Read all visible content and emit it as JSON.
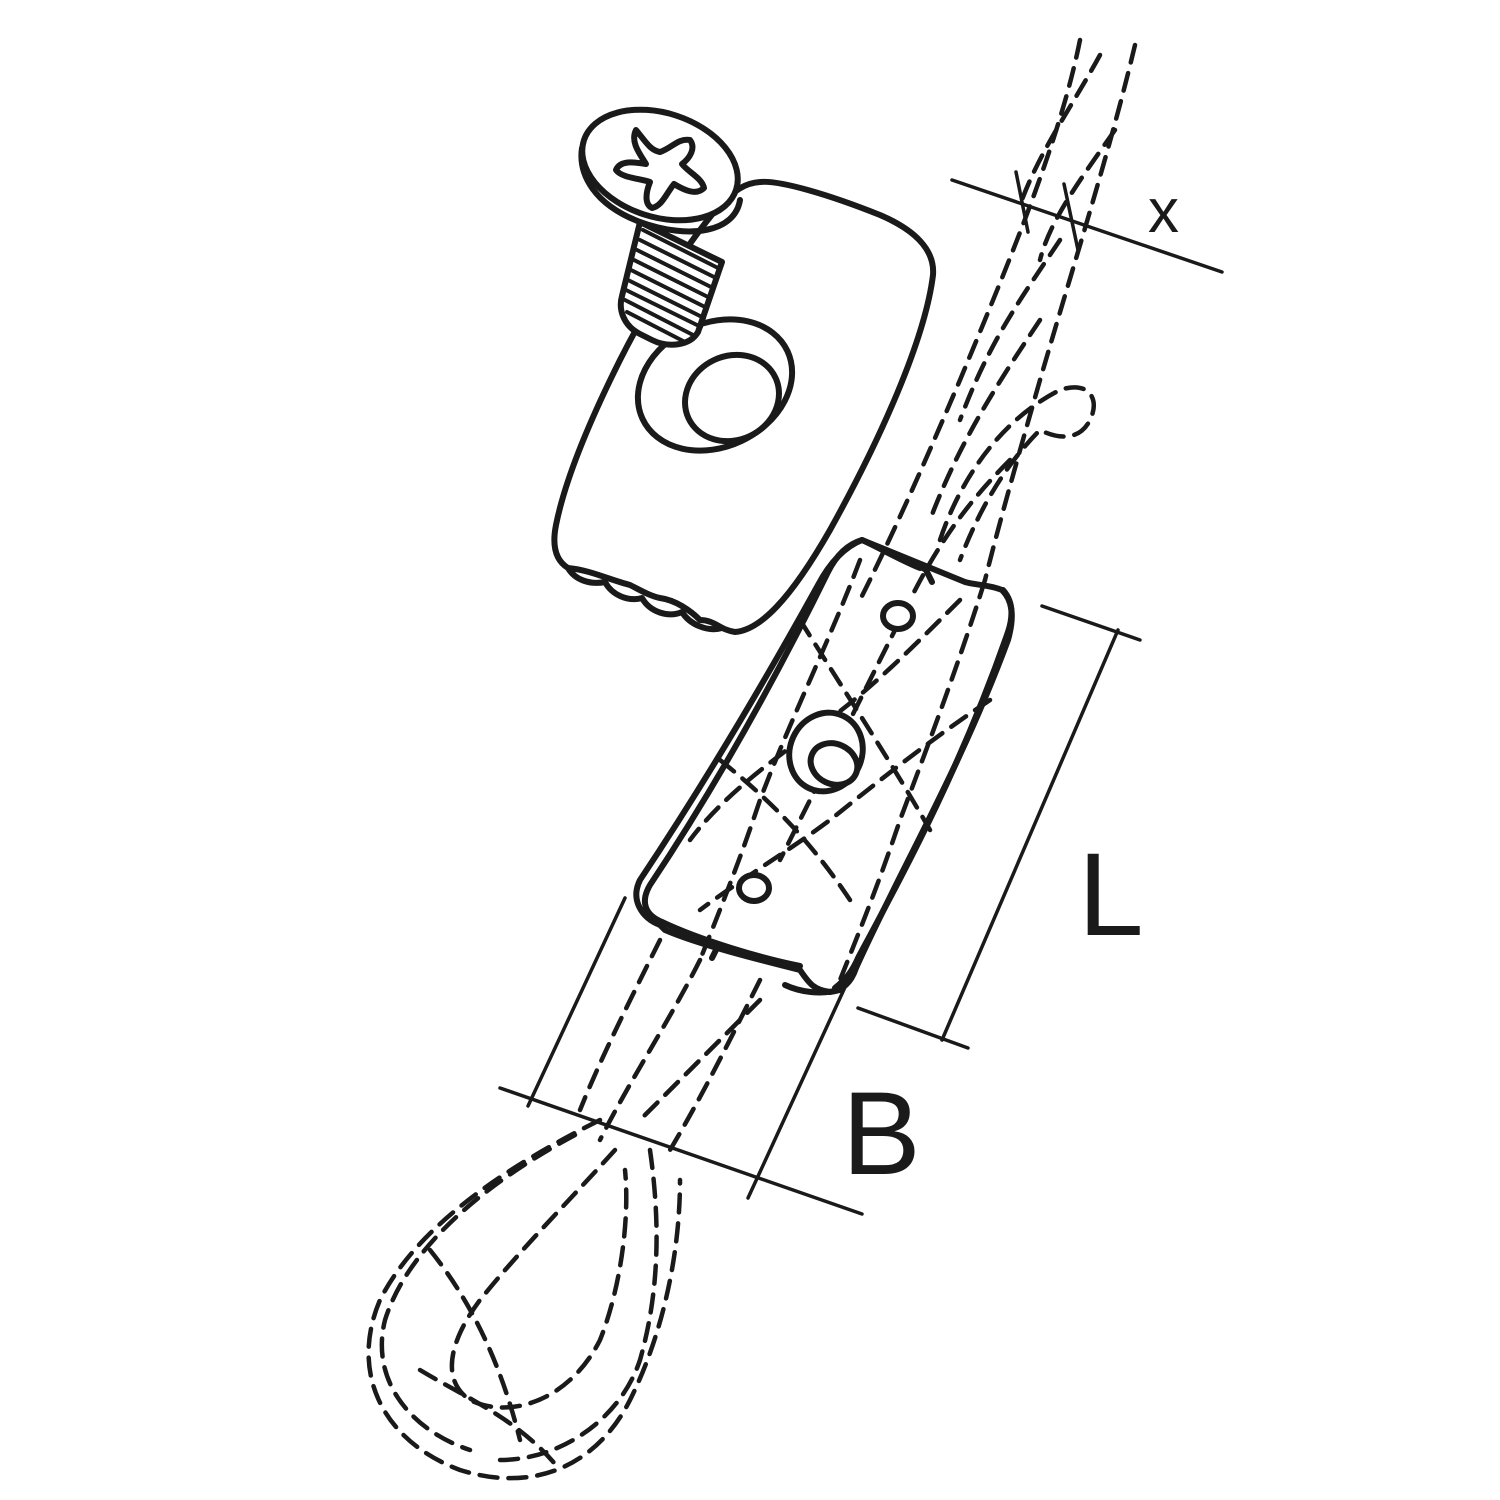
{
  "diagram": {
    "labels": {
      "x": "x",
      "L": "L",
      "B": "B"
    },
    "parts": [
      "screw",
      "clamp-top",
      "clamp-base",
      "rope",
      "rope-eye"
    ],
    "colors": {
      "line": "#1a1a1a",
      "background": "#ffffff"
    }
  }
}
